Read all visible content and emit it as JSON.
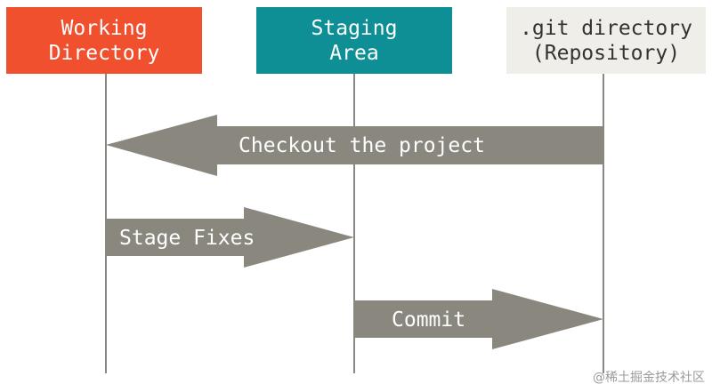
{
  "diagram": {
    "columns": [
      {
        "id": "working",
        "label": "Working\nDirectory",
        "color": "#f1502f",
        "text_color": "#ffffff"
      },
      {
        "id": "staging",
        "label": "Staging\nArea",
        "color": "#0e8f96",
        "text_color": "#ffffff"
      },
      {
        "id": "repo",
        "label": ".git directory\n(Repository)",
        "color": "#efeee9",
        "text_color": "#333333"
      }
    ],
    "arrows": [
      {
        "label": "Checkout the project",
        "from": "repo",
        "to": "working",
        "direction": "left"
      },
      {
        "label": "Stage Fixes",
        "from": "working",
        "to": "staging",
        "direction": "right"
      },
      {
        "label": "Commit",
        "from": "staging",
        "to": "repo",
        "direction": "right"
      }
    ],
    "arrow_color": "#8a877e",
    "line_color": "#8b8782"
  },
  "watermark": "@稀土掘金技术社区"
}
